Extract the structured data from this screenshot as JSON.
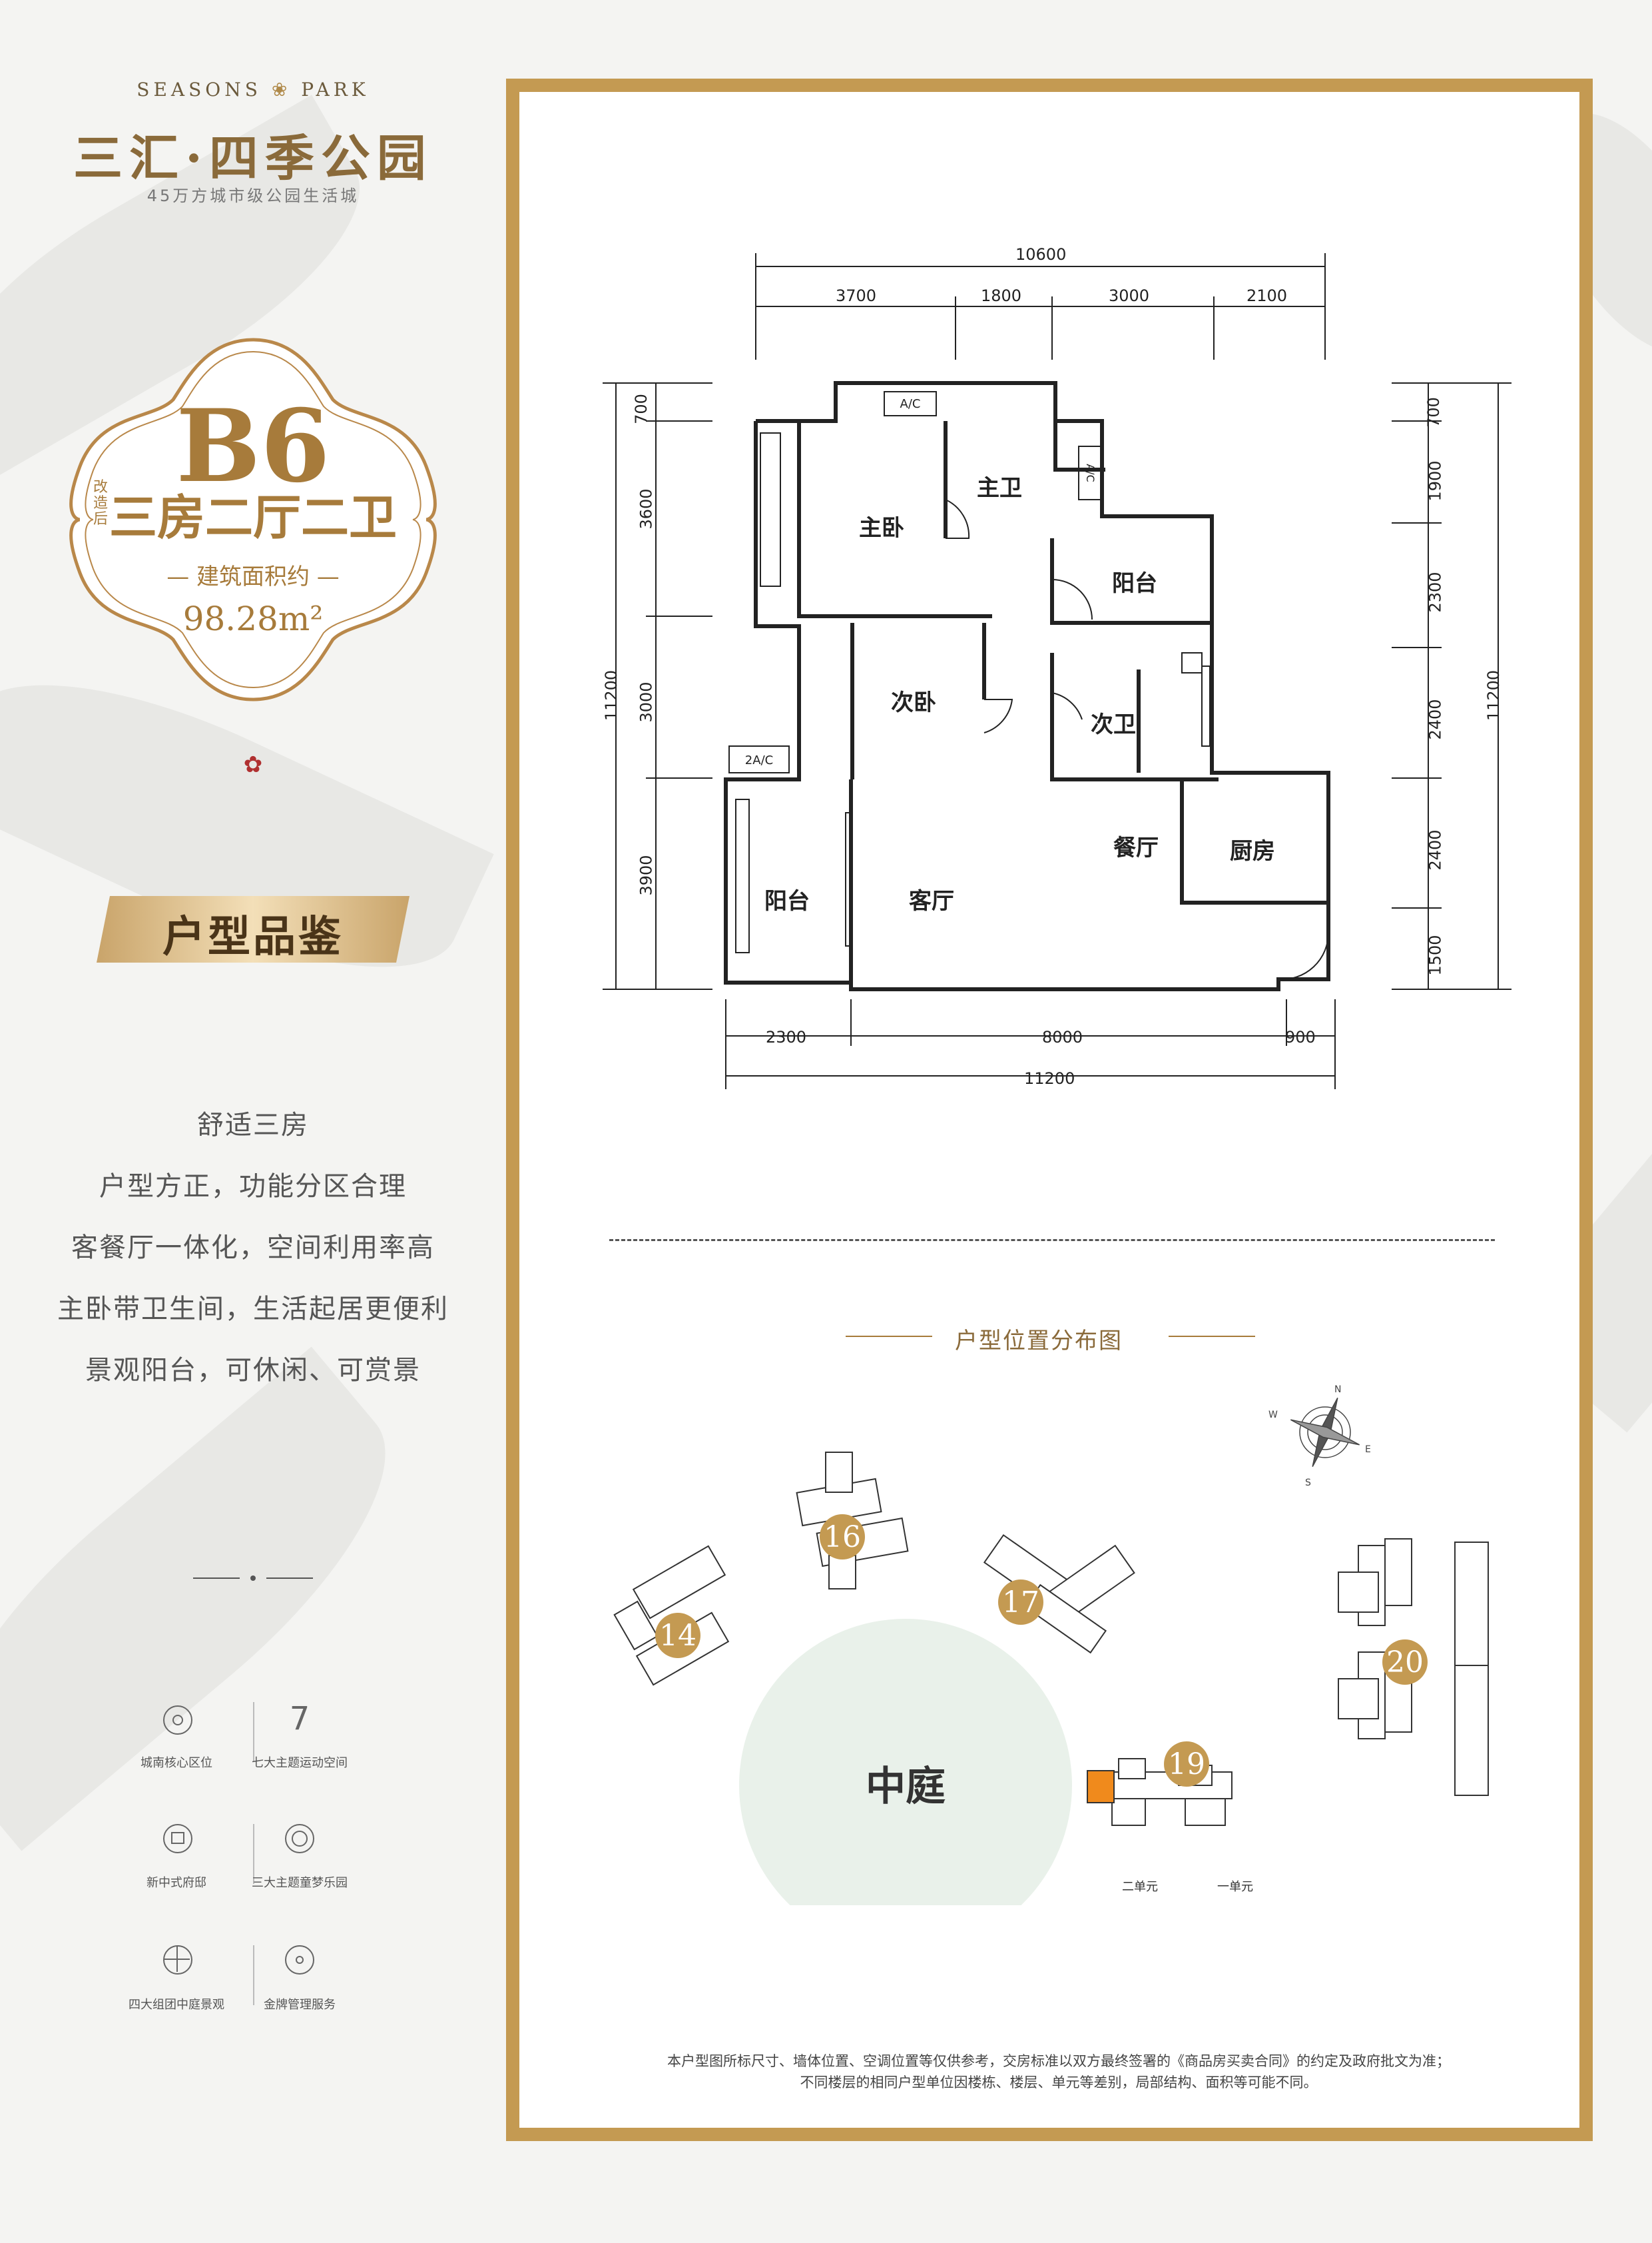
{
  "brand": {
    "name_en_left": "SEASONS",
    "name_en_right": "PARK",
    "name_cn": "三汇·四季公园",
    "slogan": "45万方城市级公园生活城"
  },
  "unit": {
    "code": "B6",
    "tag": "改造后",
    "layout": "三房二厅二卫",
    "area_label": "— 建筑面积约 —",
    "area": "98.28m²"
  },
  "section_title": "户型品鉴",
  "features": [
    "舒适三房",
    "户型方正，功能分区合理",
    "客餐厅一体化，空间利用率高",
    "主卧带卫生间，生活起居更便利",
    "景观阳台，可休闲、可赏景"
  ],
  "amenities": [
    {
      "label": "城南核心区位",
      "icon": "location-icon"
    },
    {
      "label": "七大主题运动空间",
      "icon": "seven-icon"
    },
    {
      "label": "新中式府邸",
      "icon": "gate-icon"
    },
    {
      "label": "三大主题童梦乐园",
      "icon": "playground-icon"
    },
    {
      "label": "四大组团中庭景观",
      "icon": "garden-icon"
    },
    {
      "label": "金牌管理服务",
      "icon": "service-icon"
    }
  ],
  "floorplan": {
    "top_total": "10600",
    "top_segments": [
      "3700",
      "1800",
      "3000",
      "2100"
    ],
    "bottom_segments": [
      "2300",
      "8000",
      "900"
    ],
    "bottom_total": "11200",
    "left_segments": [
      "700",
      "3600",
      "3000",
      "3900"
    ],
    "left_total": "11200",
    "right_segments": [
      "700",
      "1900",
      "2300",
      "2400",
      "2400",
      "1500"
    ],
    "right_total": "11200",
    "ac_labels": [
      "A/C",
      "A/C",
      "2A/C"
    ],
    "rooms": {
      "master_bedroom": "主卧",
      "master_bath": "主卫",
      "balcony_north": "阳台",
      "second_bedroom": "次卧",
      "second_bath": "次卫",
      "dining": "餐厅",
      "kitchen": "厨房",
      "balcony_west": "阳台",
      "living": "客厅"
    }
  },
  "distribution": {
    "title": "户型位置分布图",
    "courtyard": "中庭",
    "buildings": [
      "16",
      "14",
      "17",
      "19",
      "20"
    ],
    "units": [
      "二单元",
      "一单元"
    ],
    "compass": [
      "N",
      "E",
      "S",
      "W"
    ]
  },
  "disclaimer": [
    "本户型图所标尺寸、墙体位置、空调位置等仅供参考，交房标准以双方最终签署的《商品房买卖合同》的约定及政府批文为准；",
    "不同楼层的相同户型单位因楼栋、楼层、单元等差别，局部结构、面积等可能不同。"
  ],
  "colors": {
    "gold": "#c49a52",
    "bronze": "#a77b3b",
    "courtyard": "#e9f1ea",
    "highlight": "#f08a1c"
  }
}
